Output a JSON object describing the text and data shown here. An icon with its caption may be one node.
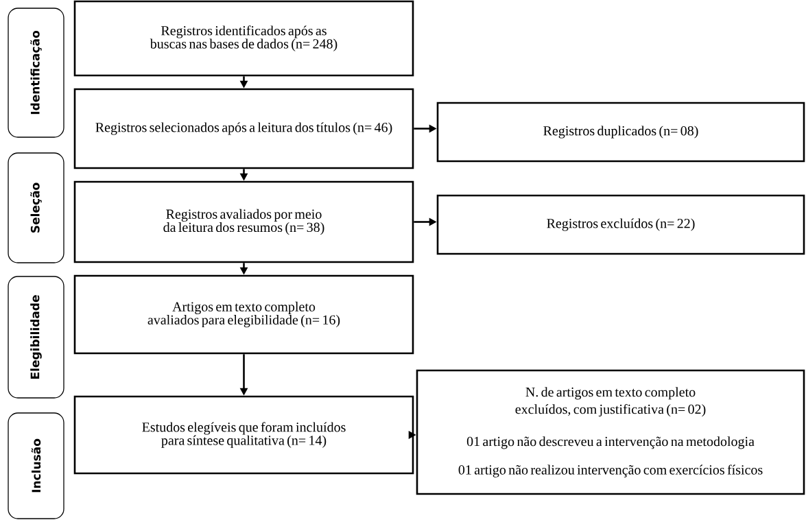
{
  "diagram": {
    "nodes": [
      {
        "text": [
          "Identificação"
        ]
      },
      {
        "text": [
          "Registros identificados após as buscas nas bases de dados (n= 248)"
        ]
      },
      {
        "text": [
          "Registros selecionados após a leitura dos títulos (n= 46)"
        ]
      },
      {
        "text": [
          "Registros duplicados (n= 08)"
        ]
      },
      {
        "text": [
          "Seleção"
        ]
      },
      {
        "text": [
          "Registros avaliados por meio da leitura dos resumos (n= 38)"
        ]
      },
      {
        "text": [
          "Registros excluídos (n= 22)"
        ]
      },
      {
        "text": [
          "Elegibilidade"
        ]
      },
      {
        "text": [
          "Artigos em texto completo avaliados para elegibilidade (n= 16)"
        ]
      },
      {
        "text": [
          "N. de artigos em texto completo excluídos, com justificativa (n= 02)",
          "01 artigo não descreveu a intervenção na metodologia",
          "01 artigo não realizou intervenção com exercícios físicos"
        ]
      },
      {
        "text": [
          "Inclusão"
        ]
      },
      {
        "text": [
          "Estudos elegíveis que foram incluídos para síntese qualitativa (n= 14)"
        ]
      }
    ],
    "edges": [
      {
        "from": 1,
        "to": 2,
        "arrow": "to"
      },
      {
        "from": 2,
        "to": 3,
        "arrow": "to"
      },
      {
        "from": 2,
        "to": 5,
        "arrow": "to"
      },
      {
        "from": 5,
        "to": 6,
        "arrow": "to"
      },
      {
        "from": 5,
        "to": 8,
        "arrow": "to"
      },
      {
        "from": 8,
        "to": 11,
        "arrow": "to"
      },
      {
        "from": 11,
        "to": 9,
        "arrow": "to"
      }
    ]
  }
}
